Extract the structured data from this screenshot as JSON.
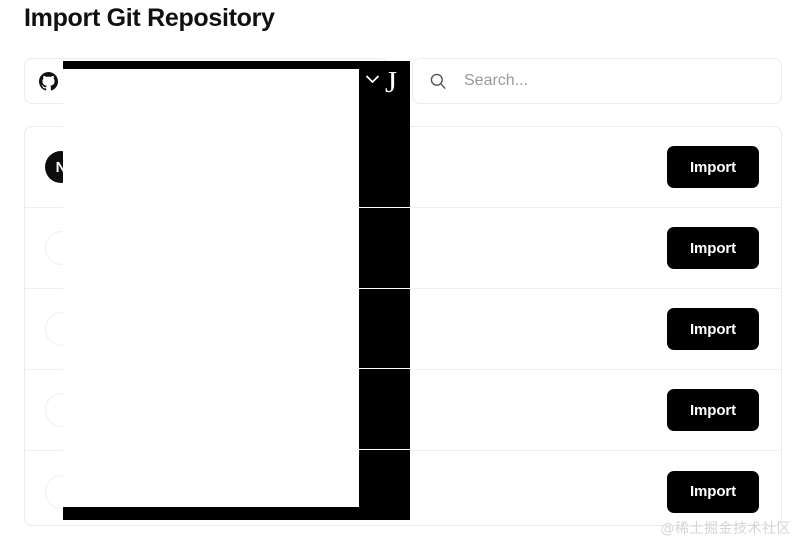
{
  "page": {
    "title": "Import Git Repository"
  },
  "provider_select": {
    "icon": "github-icon",
    "value": "",
    "chevron": "chevron-down-icon"
  },
  "search": {
    "icon": "search-icon",
    "value": "",
    "placeholder": "Search..."
  },
  "repo_list": {
    "import_label": "Import",
    "rows": [
      {
        "avatar_kind": "dark",
        "avatar_text": "N",
        "name": "",
        "updated": ""
      },
      {
        "avatar_kind": "ghost",
        "avatar_text": "",
        "name": "",
        "updated": ""
      },
      {
        "avatar_kind": "ghost",
        "avatar_text": "",
        "name": "",
        "updated": ""
      },
      {
        "avatar_kind": "ghost",
        "avatar_text": "",
        "name": "",
        "updated": ""
      },
      {
        "avatar_kind": "ghost",
        "avatar_text": "",
        "name": "",
        "updated": ""
      }
    ]
  },
  "redaction": {
    "chevron": "chevron-down-icon",
    "glyph": "J"
  },
  "watermark": {
    "text": "@稀土掘金技术社区"
  },
  "colors": {
    "accent": "#000000",
    "text": "#111111",
    "muted": "#8a8a8a",
    "border": "#ebebeb",
    "divider": "#f0f0f0",
    "watermark": "#d5d5d5"
  }
}
